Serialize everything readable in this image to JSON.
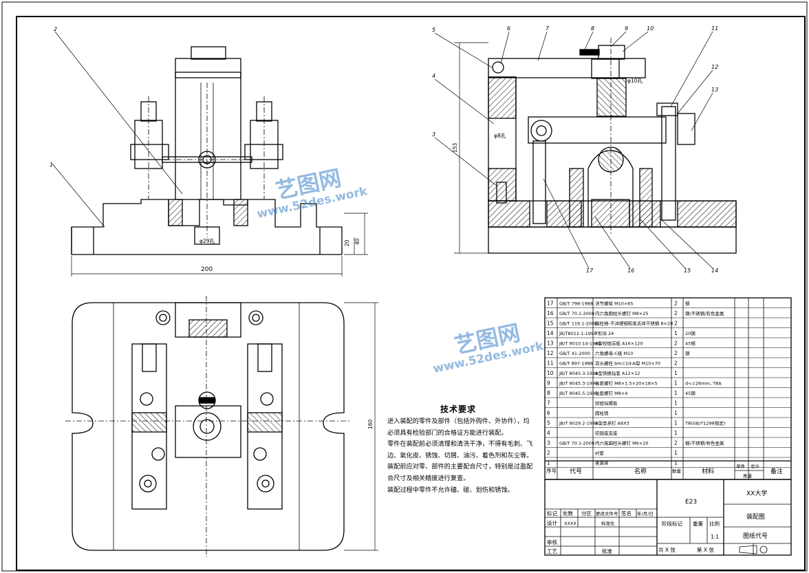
{
  "drawing": {
    "dims": {
      "overall_width": "200",
      "h1": "20",
      "h2": "40",
      "bore_left": "φ29孔",
      "bore_right": "φ10孔",
      "pin_hole": "φ8孔",
      "total_height": "153",
      "plan_height": "160"
    },
    "leaders": [
      "1",
      "2",
      "3",
      "4",
      "5",
      "6",
      "7",
      "8",
      "9",
      "10",
      "11",
      "12",
      "13",
      "14",
      "15",
      "16",
      "17"
    ]
  },
  "tech_req": {
    "title": "技术要求",
    "lines": [
      "进入装配的零件及部件（包括外购件、外协件），均必须具有检验部门的合格证方能进行装配。",
      "零件在装配前必须清理和清洗干净，不得有毛刺、飞边、氧化皮、锈蚀、切屑、油污、着色剂和灰尘等。",
      "装配前应对零、部件的主要配合尺寸，特别是过盈配合尺寸及相关精度进行复查。",
      "装配过程中零件不允许磕、碰、划伤和锈蚀。"
    ]
  },
  "bom": {
    "rows": [
      {
        "no": "17",
        "code": "GB/T 798-1988",
        "name": "活节螺栓 M10×65",
        "qty": "2",
        "mat": "钢",
        "note": ""
      },
      {
        "no": "16",
        "code": "GB/T 70.1-2008",
        "name": "内六角圆柱头螺钉 M8×25",
        "qty": "2",
        "mat": "钢/不锈钢/有色金属",
        "note": ""
      },
      {
        "no": "15",
        "code": "GB/T 119.1-2000",
        "name": "圆柱销-不淬硬钢和奥氏体不锈钢 8×28",
        "qty": "2",
        "mat": "",
        "note": ""
      },
      {
        "no": "14",
        "code": "JB/T8012.1-1999",
        "name": "T形块 24",
        "qty": "1",
        "mat": "20钢",
        "note": ""
      },
      {
        "no": "13",
        "code": "JB/T 8010.14-1999",
        "name": "A型铰链压板 A16×120",
        "qty": "2",
        "mat": "45钢",
        "note": ""
      },
      {
        "no": "12",
        "code": "GB/T 41-2000",
        "name": "六角螺母-C级 M10",
        "qty": "2",
        "mat": "钢",
        "note": ""
      },
      {
        "no": "11",
        "code": "GB/T 897-1988",
        "name": "双头螺柱 bm=1d-A型 M10×70",
        "qty": "2",
        "mat": "",
        "note": ""
      },
      {
        "no": "10",
        "code": "JB/T 8045.3-1999",
        "name": "A型快换钻套 A12×12",
        "qty": "1",
        "mat": "",
        "note": ""
      },
      {
        "no": "9",
        "code": "JB/T 8045.3-1999",
        "name": "钻套螺钉 M8×1.5×20×18×5",
        "qty": "1",
        "mat": "d<=26mm, T8A",
        "note": ""
      },
      {
        "no": "8",
        "code": "JB/T 8045.5-1999",
        "name": "钻套螺钉 M8×4",
        "qty": "1",
        "mat": "45钢",
        "note": ""
      },
      {
        "no": "7",
        "code": "",
        "name": "铰链钻模板",
        "qty": "1",
        "mat": "",
        "note": ""
      },
      {
        "no": "6",
        "code": "",
        "name": "圆柱销",
        "qty": "1",
        "mat": "",
        "note": ""
      },
      {
        "no": "5",
        "code": "JB/T 8029.2-1999",
        "name": "A型支承钉 A6X3",
        "qty": "1",
        "mat": "T8(GB/T1298指定)",
        "note": ""
      },
      {
        "no": "4",
        "code": "",
        "name": "铰链座支座",
        "qty": "1",
        "mat": "",
        "note": ""
      },
      {
        "no": "3",
        "code": "GB/T 70.1-2008",
        "name": "内六角圆柱头螺钉 M6×20",
        "qty": "2",
        "mat": "钢/不锈钢/有色金属",
        "note": ""
      },
      {
        "no": "2",
        "code": "",
        "name": "衬套",
        "qty": "1",
        "mat": "",
        "note": ""
      },
      {
        "no": "1",
        "code": "",
        "name": "夹具体",
        "qty": "1",
        "mat": "",
        "note": ""
      }
    ],
    "header": {
      "no": "序号",
      "code": "代号",
      "name": "名称",
      "qty": "数量",
      "mat": "材料",
      "unit": "单件",
      "total": "总计",
      "weight": "质量",
      "note": "备注"
    }
  },
  "title_block": {
    "part_code": "E23",
    "school": "XX大学",
    "drawing_name": "装配图",
    "drawing_code": "图纸代号",
    "stage": "阶段标记",
    "weight": "重量",
    "scale": "比例",
    "scale_val": "1:1",
    "sheets_total": "共 X 张",
    "sheet_no": "第 X 张",
    "labels": {
      "mark": "标记",
      "count": "处数",
      "zone": "分区",
      "change_doc": "更改文件号",
      "sign": "签名",
      "date": "年/月/日",
      "design": "设计",
      "designer": "XXXX",
      "standard": "标准化",
      "check": "审核",
      "process": "工艺",
      "approve": "批准"
    }
  },
  "watermark": {
    "brand": "艺图网",
    "url": "www.52des.work"
  }
}
